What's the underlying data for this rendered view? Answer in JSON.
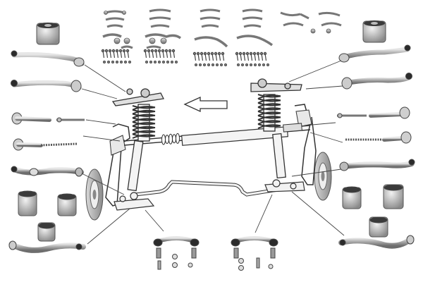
{
  "palette": {
    "background": "#ffffff",
    "metal_dark": "#6f6f6f",
    "metal_mid": "#a9a9a9",
    "metal_light": "#d9d9d9",
    "rubber": "#2b2b2b",
    "bushing_shell": "#c8c8c8",
    "leader_line": "#4a4a4a",
    "spring": "#555555"
  },
  "scene": {
    "subject": "front-axle-suspension-parts-kit",
    "direction_indicator": "arrow-outline-icon",
    "left_column_parts": [
      "control-arm",
      "control-arm",
      "tie-rod-end",
      "tie-rod",
      "control-arm",
      "bushing-pair",
      "control-arm"
    ],
    "right_column_parts": [
      "control-arm",
      "control-arm",
      "tie-rod-end",
      "tie-rod",
      "control-arm",
      "bushing-pair",
      "control-arm"
    ],
    "top_row_parts": [
      "arm-set",
      "arm-set",
      "arm-set",
      "arm-set",
      "arm-set"
    ],
    "bottom_row_parts": [
      "stabilizer-link",
      "stabilizer-link"
    ]
  }
}
